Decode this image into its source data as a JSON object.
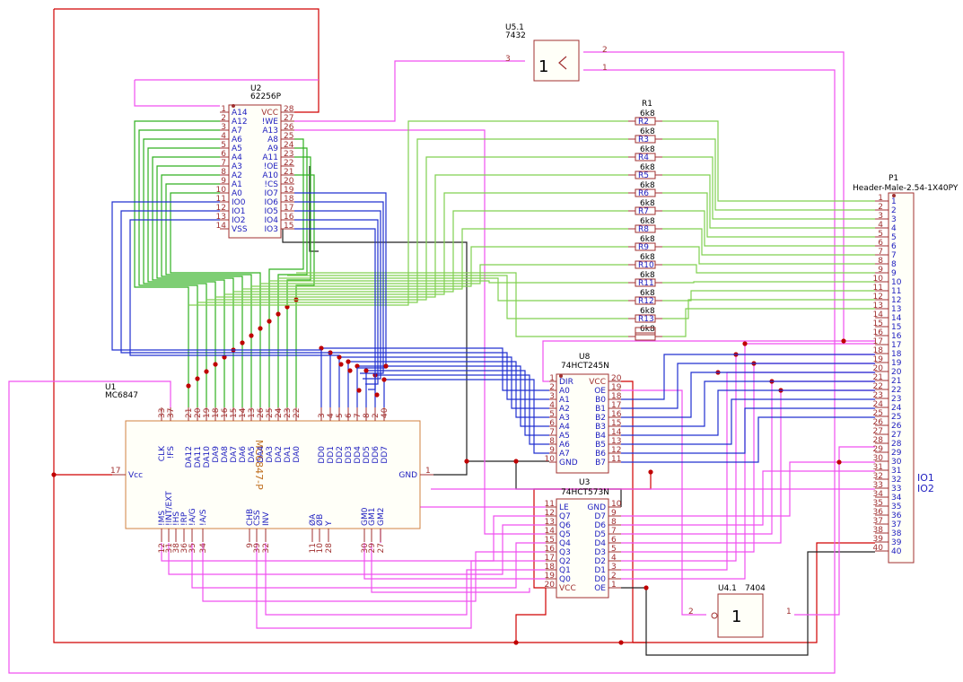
{
  "colors": {
    "power": "#d00000",
    "control": "#f050f0",
    "address": "#30b020",
    "resistor_bus": "#80d050",
    "data": "#2030d0",
    "ground": "#202020",
    "part_body": "#a03030"
  },
  "u2": {
    "ref": "U2",
    "value": "62256P",
    "left_pins": [
      {
        "num": "1",
        "name": "A14"
      },
      {
        "num": "2",
        "name": "A12"
      },
      {
        "num": "3",
        "name": "A7"
      },
      {
        "num": "4",
        "name": "A6"
      },
      {
        "num": "5",
        "name": "A5"
      },
      {
        "num": "6",
        "name": "A4"
      },
      {
        "num": "7",
        "name": "A3"
      },
      {
        "num": "8",
        "name": "A2"
      },
      {
        "num": "9",
        "name": "A1"
      },
      {
        "num": "10",
        "name": "A0"
      },
      {
        "num": "11",
        "name": "IO0"
      },
      {
        "num": "12",
        "name": "IO1"
      },
      {
        "num": "13",
        "name": "IO2"
      },
      {
        "num": "14",
        "name": "VSS"
      }
    ],
    "right_pins": [
      {
        "num": "28",
        "name": "VCC"
      },
      {
        "num": "27",
        "name": "!WE"
      },
      {
        "num": "26",
        "name": "A13"
      },
      {
        "num": "25",
        "name": "A8"
      },
      {
        "num": "24",
        "name": "A9"
      },
      {
        "num": "23",
        "name": "A11"
      },
      {
        "num": "22",
        "name": "!OE"
      },
      {
        "num": "21",
        "name": "A10"
      },
      {
        "num": "20",
        "name": "!CS"
      },
      {
        "num": "19",
        "name": "IO7"
      },
      {
        "num": "18",
        "name": "IO6"
      },
      {
        "num": "17",
        "name": "IO5"
      },
      {
        "num": "16",
        "name": "IO4"
      },
      {
        "num": "15",
        "name": "IO3"
      }
    ]
  },
  "u5": {
    "ref": "U5.1",
    "value": "7432",
    "symbol": "1",
    "in1": "3",
    "in2": "2",
    "out": "1"
  },
  "u4": {
    "ref": "U4.1",
    "value": "7404",
    "symbol": "1",
    "in": "2",
    "out": "1"
  },
  "resistors": {
    "ref_first": "R1",
    "value": "6k8",
    "names": [
      "R2",
      "R3",
      "R4",
      "R5",
      "R6",
      "R7",
      "R8",
      "R9",
      "R10",
      "R11",
      "R12",
      "R13"
    ]
  },
  "u8": {
    "ref": "U8",
    "value": "74HCT245N",
    "left_pins": [
      {
        "num": "1",
        "name": "DIR"
      },
      {
        "num": "2",
        "name": "A0"
      },
      {
        "num": "3",
        "name": "A1"
      },
      {
        "num": "4",
        "name": "A2"
      },
      {
        "num": "5",
        "name": "A3"
      },
      {
        "num": "6",
        "name": "A4"
      },
      {
        "num": "7",
        "name": "A5"
      },
      {
        "num": "8",
        "name": "A6"
      },
      {
        "num": "9",
        "name": "A7"
      },
      {
        "num": "10",
        "name": "GND"
      }
    ],
    "right_pins": [
      {
        "num": "20",
        "name": "VCC"
      },
      {
        "num": "19",
        "name": "OE"
      },
      {
        "num": "18",
        "name": "B0"
      },
      {
        "num": "17",
        "name": "B1"
      },
      {
        "num": "16",
        "name": "B2"
      },
      {
        "num": "15",
        "name": "B3"
      },
      {
        "num": "14",
        "name": "B4"
      },
      {
        "num": "13",
        "name": "B5"
      },
      {
        "num": "12",
        "name": "B6"
      },
      {
        "num": "11",
        "name": "B7"
      }
    ]
  },
  "u3": {
    "ref": "U3",
    "value": "74HCT573N",
    "left_pins": [
      {
        "num": "11",
        "name": "LE"
      },
      {
        "num": "12",
        "name": "Q7"
      },
      {
        "num": "13",
        "name": "Q6"
      },
      {
        "num": "14",
        "name": "Q5"
      },
      {
        "num": "15",
        "name": "Q4"
      },
      {
        "num": "16",
        "name": "Q3"
      },
      {
        "num": "17",
        "name": "Q2"
      },
      {
        "num": "18",
        "name": "Q1"
      },
      {
        "num": "19",
        "name": "Q0"
      },
      {
        "num": "20",
        "name": "VCC"
      }
    ],
    "right_pins": [
      {
        "num": "10",
        "name": "GND"
      },
      {
        "num": "9",
        "name": "D7"
      },
      {
        "num": "8",
        "name": "D6"
      },
      {
        "num": "7",
        "name": "D5"
      },
      {
        "num": "6",
        "name": "D4"
      },
      {
        "num": "5",
        "name": "D3"
      },
      {
        "num": "4",
        "name": "D2"
      },
      {
        "num": "3",
        "name": "D1"
      },
      {
        "num": "2",
        "name": "D0"
      },
      {
        "num": "1",
        "name": "OE"
      }
    ]
  },
  "u1": {
    "ref": "U1",
    "value": "MC6847",
    "body_title": "MC6847-P",
    "vcc": {
      "num": "17",
      "name": "Vcc"
    },
    "gnd": {
      "num": "1",
      "name": "GND"
    },
    "top_pins": [
      {
        "num": "33",
        "name": "CLK"
      },
      {
        "num": "37",
        "name": "!FS"
      },
      {
        "num": "21",
        "name": "DA12"
      },
      {
        "num": "20",
        "name": "DA11"
      },
      {
        "num": "19",
        "name": "DA10"
      },
      {
        "num": "18",
        "name": "DA9"
      },
      {
        "num": "16",
        "name": "DA8"
      },
      {
        "num": "15",
        "name": "DA7"
      },
      {
        "num": "14",
        "name": "DA6"
      },
      {
        "num": "13",
        "name": "DA5"
      },
      {
        "num": "26",
        "name": "DA4"
      },
      {
        "num": "25",
        "name": "DA3"
      },
      {
        "num": "24",
        "name": "DA2"
      },
      {
        "num": "23",
        "name": "DA1"
      },
      {
        "num": "22",
        "name": "DA0"
      },
      {
        "num": "3",
        "name": "DD0"
      },
      {
        "num": "4",
        "name": "DD1"
      },
      {
        "num": "5",
        "name": "DD2"
      },
      {
        "num": "6",
        "name": "DD3"
      },
      {
        "num": "7",
        "name": "DD4"
      },
      {
        "num": "8",
        "name": "DD5"
      },
      {
        "num": "2",
        "name": "DD6"
      },
      {
        "num": "40",
        "name": "DD7"
      }
    ],
    "bottom_pins": [
      {
        "num": "12",
        "name": "!MS"
      },
      {
        "num": "31",
        "name": "!INT/EXT"
      },
      {
        "num": "38",
        "name": "!HS"
      },
      {
        "num": "36",
        "name": "!RP"
      },
      {
        "num": "35",
        "name": "!A/G"
      },
      {
        "num": "34",
        "name": "!A/S"
      },
      {
        "num": "9",
        "name": "CHB"
      },
      {
        "num": "39",
        "name": "CSS"
      },
      {
        "num": "32",
        "name": "INV"
      },
      {
        "num": "11",
        "name": "ØA"
      },
      {
        "num": "10",
        "name": "ØB"
      },
      {
        "num": "28",
        "name": "Y"
      },
      {
        "num": "30",
        "name": "GM0"
      },
      {
        "num": "29",
        "name": "GM1"
      },
      {
        "num": "27",
        "name": "GM2"
      }
    ]
  },
  "p1": {
    "ref": "P1",
    "value": "Header-Male-2.54-1X40PY",
    "pins": [
      "1",
      "2",
      "3",
      "4",
      "5",
      "6",
      "7",
      "8",
      "9",
      "10",
      "11",
      "12",
      "13",
      "14",
      "15",
      "16",
      "17",
      "18",
      "19",
      "20",
      "21",
      "22",
      "23",
      "24",
      "25",
      "26",
      "27",
      "28",
      "29",
      "30",
      "31",
      "32",
      "33",
      "34",
      "35",
      "36",
      "37",
      "38",
      "39",
      "40"
    ],
    "side_label_1": "IO1",
    "side_label_2": "IO2"
  }
}
